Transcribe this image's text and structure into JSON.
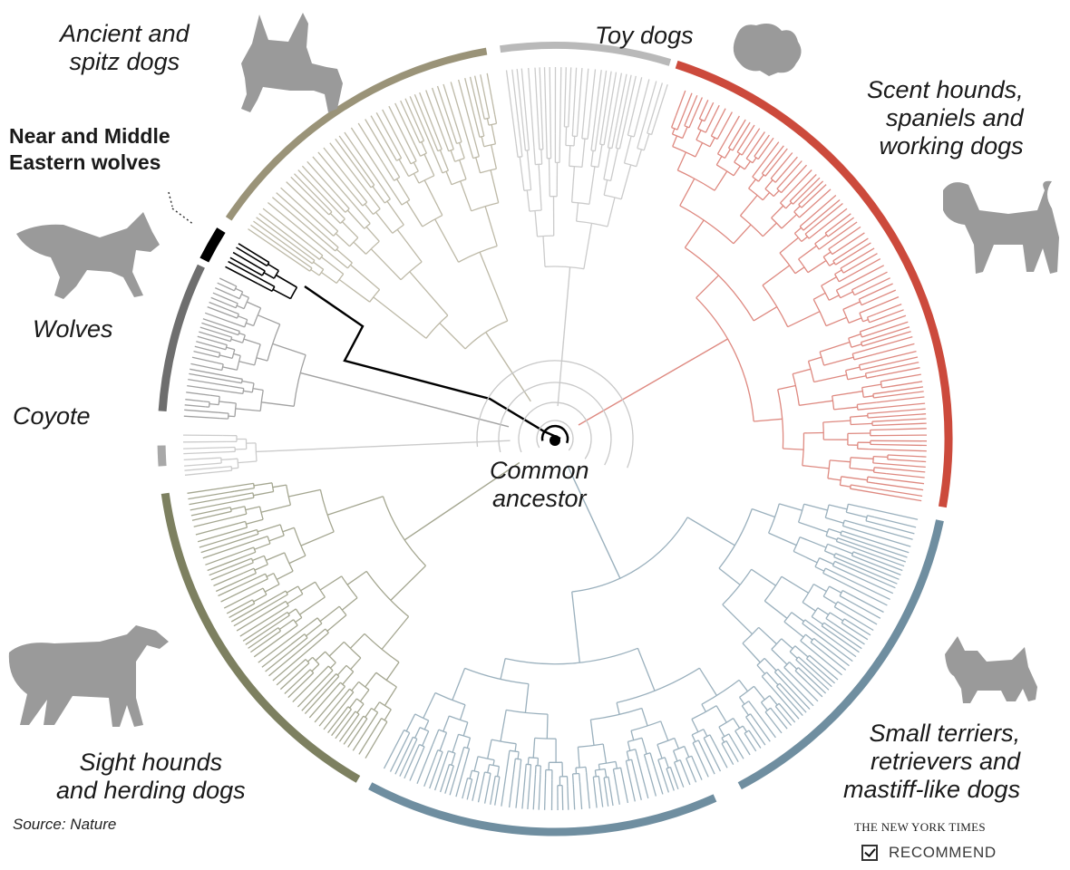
{
  "labels": {
    "ancient": [
      "Ancient and",
      "spitz dogs"
    ],
    "toy": "Toy dogs",
    "scent": [
      "Scent hounds,",
      "spaniels and",
      "working dogs"
    ],
    "near_east": [
      "Near and Middle",
      "Eastern wolves"
    ],
    "wolves": "Wolves",
    "coyote": "Coyote",
    "ancestor": [
      "Common",
      "ancestor"
    ],
    "sight": [
      "Sight hounds",
      "and herding dogs"
    ],
    "terriers": [
      "Small terriers,",
      "retrievers and",
      "mastiff-like dogs"
    ]
  },
  "source": "Source: Nature",
  "credit": "THE NEW YORK TIMES",
  "recommend": {
    "label": "RECOMMEND",
    "checked": true
  },
  "colors": {
    "ancient": "#9a9378",
    "toy": "#b9b9b9",
    "scent": "#cc4a3c",
    "terriers": "#6f8ea0",
    "sight": "#7d8060",
    "wolves": "#6e6e6e",
    "coyote": "#a8a8a8",
    "near_east": "#000000",
    "silhouette": "#9a9a9a"
  },
  "icons": [
    "spitz-dog-silhouette-icon",
    "pomeranian-silhouette-icon",
    "beagle-silhouette-icon",
    "wolf-silhouette-icon",
    "collie-silhouette-icon",
    "scottish-terrier-silhouette-icon",
    "checkbox-icon"
  ]
}
